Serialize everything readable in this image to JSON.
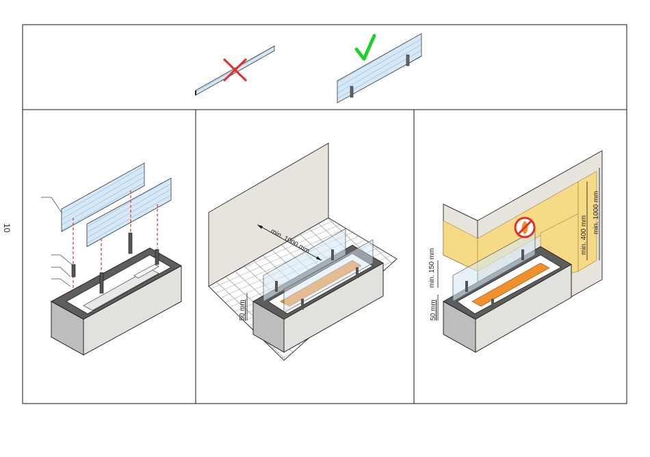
{
  "page_number": "10",
  "top": {
    "wrong_mark": "cross-icon",
    "right_mark": "check-icon"
  },
  "middle": {
    "dim_distance": "min. 1000 mm",
    "dim_height": "50 mm"
  },
  "right": {
    "dim_side_gap": "min. 400 mm",
    "dim_top_gap": "min. 1000 mm",
    "dim_shelf": "min. 150 mm",
    "dim_height": "50 mm",
    "warning_icon": "no-fire-icon"
  },
  "colors": {
    "glass": "#cfe3f2",
    "glass_hatch": "#6aa6d6",
    "flame": "#f0902a",
    "wall": "#e6e4dc",
    "yellow": "#f6da86",
    "red": "#e0302a",
    "green": "#1fcf2a"
  }
}
